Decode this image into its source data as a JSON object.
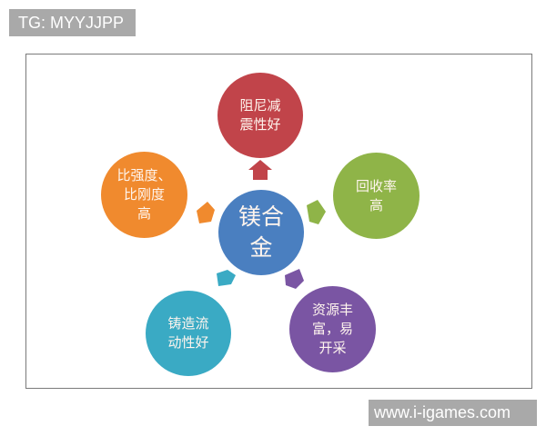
{
  "watermarks": {
    "top_left": "TG: MYYJJPP",
    "bottom_right": "www.i-igames.com"
  },
  "diagram": {
    "center": {
      "label": "镁合\n金",
      "color": "#4a7fc0"
    },
    "nodes": [
      {
        "id": "top",
        "label": "阻尼减\n震性好",
        "color": "#c1444a",
        "arrow_color": "#c1444a"
      },
      {
        "id": "right",
        "label": "回收率\n高",
        "color": "#8fb448",
        "arrow_color": "#8fb448"
      },
      {
        "id": "bottom-right",
        "label": "资源丰\n富，易\n开采",
        "color": "#7a55a3",
        "arrow_color": "#7a55a3"
      },
      {
        "id": "bottom-left",
        "label": "铸造流\n动性好",
        "color": "#3aaac4",
        "arrow_color": "#3aaac4"
      },
      {
        "id": "left",
        "label": "比强度、\n比刚度\n高",
        "color": "#f08a2e",
        "arrow_color": "#f08a2e"
      }
    ]
  }
}
